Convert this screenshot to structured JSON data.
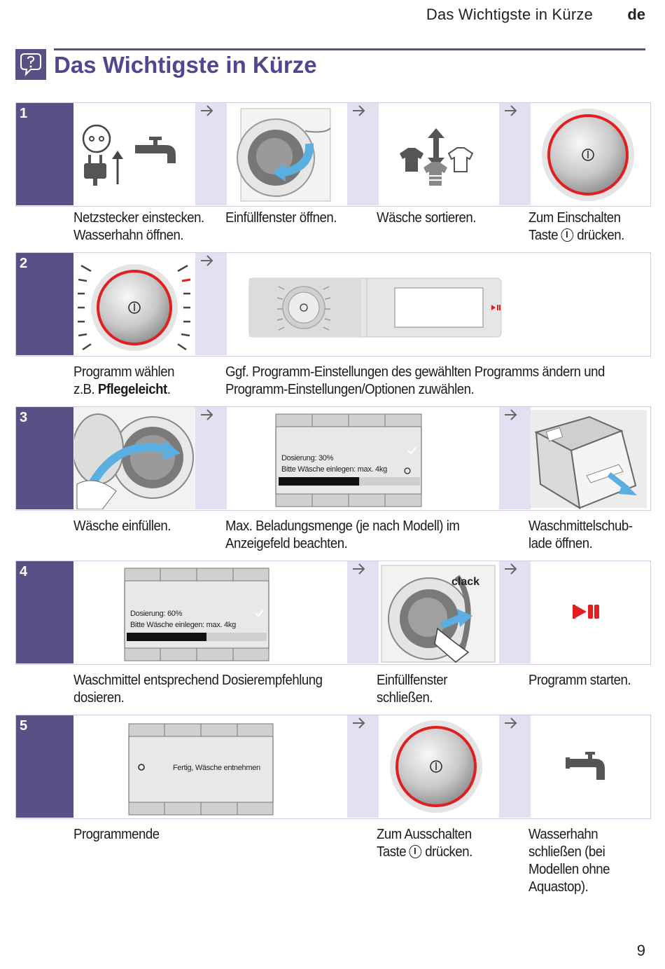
{
  "header": {
    "title": "Das Wichtigste in Kürze",
    "lang": "de"
  },
  "title": "Das Wichtigste in Kürze",
  "page_number": "9",
  "rows": [
    {
      "num": "1",
      "captions": [
        "Netzstecker einstecken.",
        "Wasserhahn öffnen.",
        "Einfüllfenster öffnen.",
        "Wäsche sortieren.",
        "Zum Einschalten",
        "Taste",
        "drücken."
      ]
    },
    {
      "num": "2",
      "captions": [
        "Programm wählen",
        "z.B.",
        "Pflegeleicht",
        ".",
        "Ggf. Programm-Einstellungen des gewählten Programms ändern und",
        "Programm-Einstellungen/Optionen zuwählen."
      ]
    },
    {
      "num": "3",
      "captions": [
        "Wäsche einfüllen.",
        "Max. Beladungsmenge (je nach Modell) im",
        "Anzeigefeld beachten.",
        "Waschmittelschub-",
        "lade öffnen."
      ],
      "display": {
        "line1": "Dosierung: 30%",
        "line2": "Bitte Wäsche einlegen: max. 4kg",
        "progress": 0.57
      }
    },
    {
      "num": "4",
      "captions": [
        "Waschmittel entsprechend Dosierempfehlung",
        "dosieren.",
        "Einfüllfenster",
        "schließen.",
        "Programm starten."
      ],
      "display": {
        "line1": "Dosierung: 60%",
        "line2": "Bitte Wäsche einlegen: max. 4kg",
        "progress": 0.57
      },
      "clack": "clack"
    },
    {
      "num": "5",
      "captions": [
        "Programmende",
        "Zum Ausschalten",
        "Taste",
        "drücken.",
        "Wasserhahn",
        "schließen (bei",
        "Modellen ohne",
        "Aquastop)."
      ],
      "display": {
        "line1": "Fertig, Wäsche entnehmen"
      }
    }
  ],
  "colors": {
    "accent": "#5a5085",
    "title": "#4f4790",
    "lavender": "#e2e0f1",
    "red_ring": "#e02020",
    "arrow_blue": "#5aaee0"
  },
  "icons": [
    "info-bubble-icon",
    "socket-plug-icon",
    "water-tap-icon",
    "laundry-sort-icon",
    "power-knob-icon",
    "start-pause-icon",
    "next-step-arrow-icon"
  ]
}
